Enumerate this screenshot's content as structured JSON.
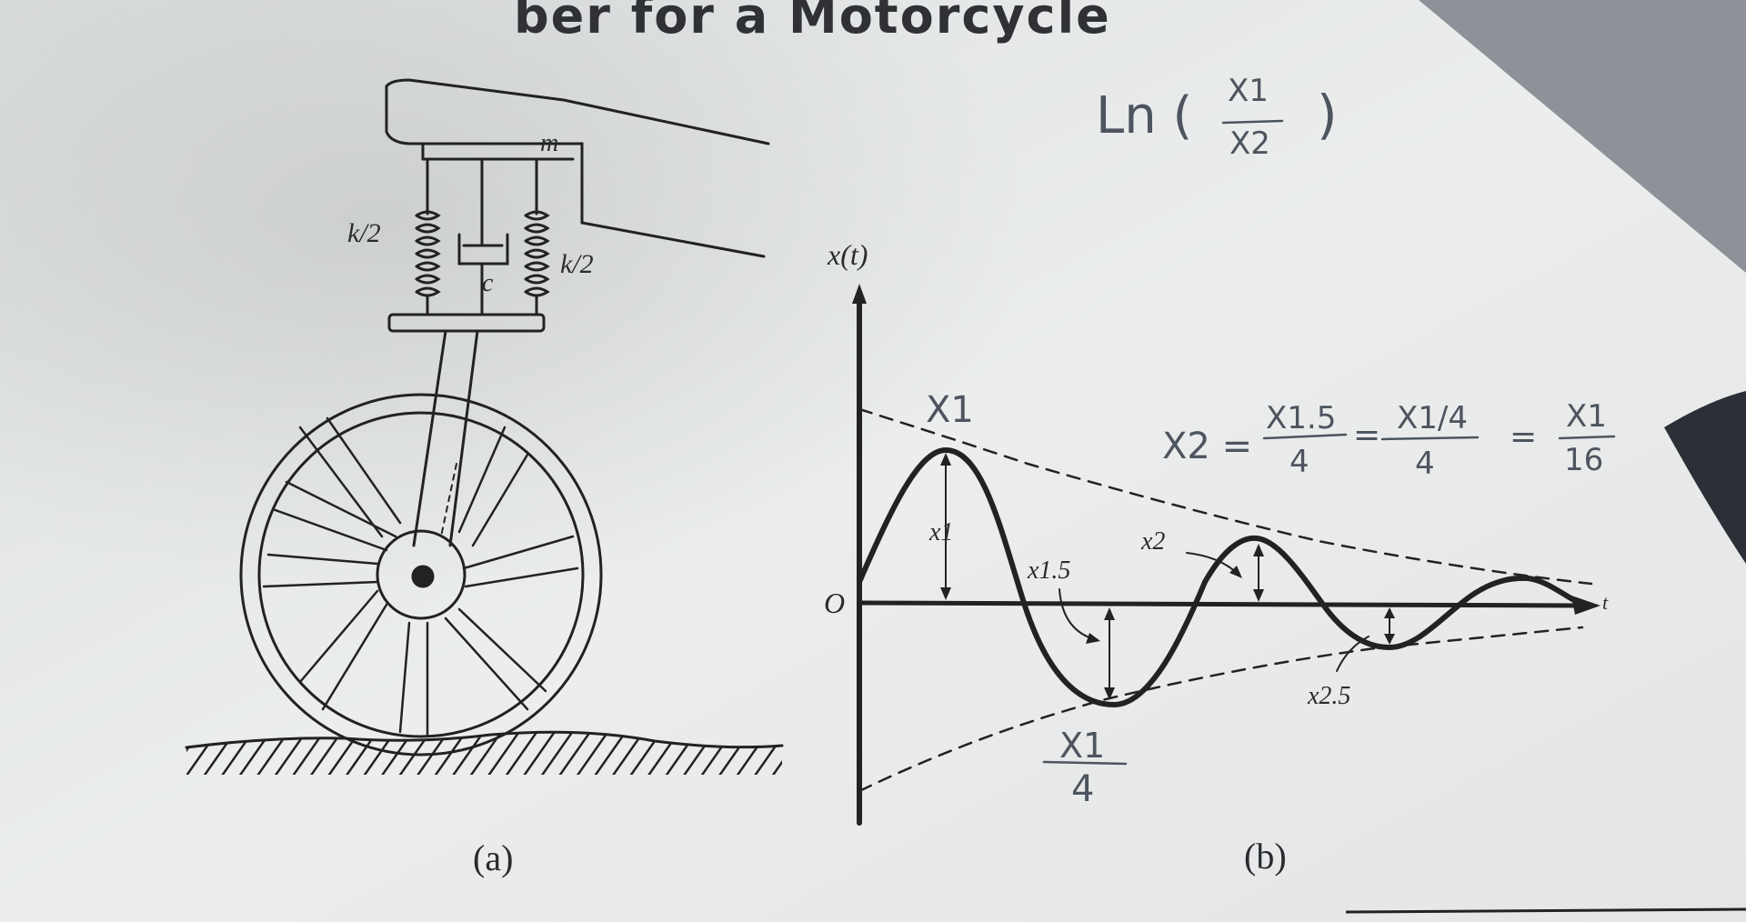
{
  "page": {
    "title_fragment": "ber for a Motorcycle",
    "background_color": "#8d9198",
    "paper_color": "#e9ebeb",
    "ink_color": "#2a2b2e",
    "handwriting_color": "#4d555f"
  },
  "figure_a": {
    "mass_label": "m",
    "spring_left_label": "k/2",
    "spring_right_label": "k/2",
    "damper_label": "c",
    "caption": "(a)"
  },
  "figure_b": {
    "y_axis_label": "x(t)",
    "x_axis_label": "t",
    "origin_label": "O",
    "amplitude_labels": [
      "x1",
      "x1.5",
      "x2",
      "x2.5"
    ],
    "caption": "(b)"
  },
  "handwritten": {
    "ln_prefix": "Ln (",
    "ln_numerator": "X1",
    "ln_denominator": "X2",
    "ln_suffix": ")",
    "peak_label": "X1",
    "trough_numerator": "X1",
    "trough_denominator": "4",
    "eq_lhs": "X2 =",
    "eq_f1_num": "X1.5",
    "eq_f1_den": "4",
    "eq_f2_num": "X1/4",
    "eq_f2_den": "4",
    "eq_f3_num": "X1",
    "eq_f3_den": "16",
    "eq_sign": "="
  }
}
